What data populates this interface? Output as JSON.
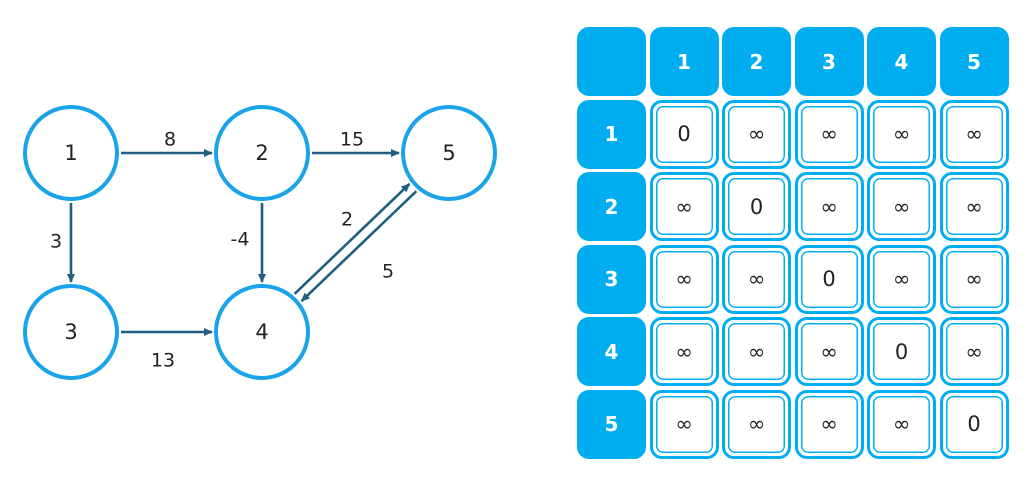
{
  "graph": {
    "nodes": [
      {
        "id": "1",
        "label": "1"
      },
      {
        "id": "2",
        "label": "2"
      },
      {
        "id": "3",
        "label": "3"
      },
      {
        "id": "4",
        "label": "4"
      },
      {
        "id": "5",
        "label": "5"
      }
    ],
    "edges": [
      {
        "from": "1",
        "to": "2",
        "weight": "8"
      },
      {
        "from": "2",
        "to": "5",
        "weight": "15"
      },
      {
        "from": "1",
        "to": "3",
        "weight": "3"
      },
      {
        "from": "2",
        "to": "4",
        "weight": "-4"
      },
      {
        "from": "3",
        "to": "4",
        "weight": "13"
      },
      {
        "from": "4",
        "to": "5",
        "weight": "2"
      },
      {
        "from": "5",
        "to": "4",
        "weight": "5"
      }
    ]
  },
  "matrix": {
    "corner": "",
    "col_headers": [
      "1",
      "2",
      "3",
      "4",
      "5"
    ],
    "row_headers": [
      "1",
      "2",
      "3",
      "4",
      "5"
    ],
    "rows": [
      [
        "0",
        "∞",
        "∞",
        "∞",
        "∞"
      ],
      [
        "∞",
        "0",
        "∞",
        "∞",
        "∞"
      ],
      [
        "∞",
        "∞",
        "0",
        "∞",
        "∞"
      ],
      [
        "∞",
        "∞",
        "∞",
        "0",
        "∞"
      ],
      [
        "∞",
        "∞",
        "∞",
        "∞",
        "0"
      ]
    ]
  },
  "colors": {
    "node_stroke": "#1aa3e8",
    "edge": "#1f5f80",
    "matrix_header": "#00aef0"
  }
}
